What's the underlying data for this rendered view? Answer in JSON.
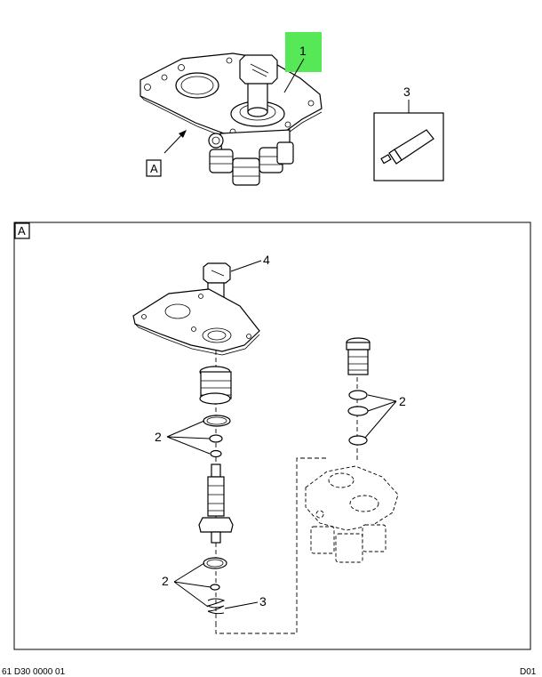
{
  "callouts": {
    "part_1": "1",
    "part_2": "2",
    "part_3": "3",
    "part_4": "4"
  },
  "view_label": "A",
  "footer": {
    "drawing_number": "61 D30 0000 01",
    "right_code": "D01"
  },
  "colors": {
    "highlight": "#57e857",
    "line": "#000000",
    "background": "#ffffff"
  }
}
